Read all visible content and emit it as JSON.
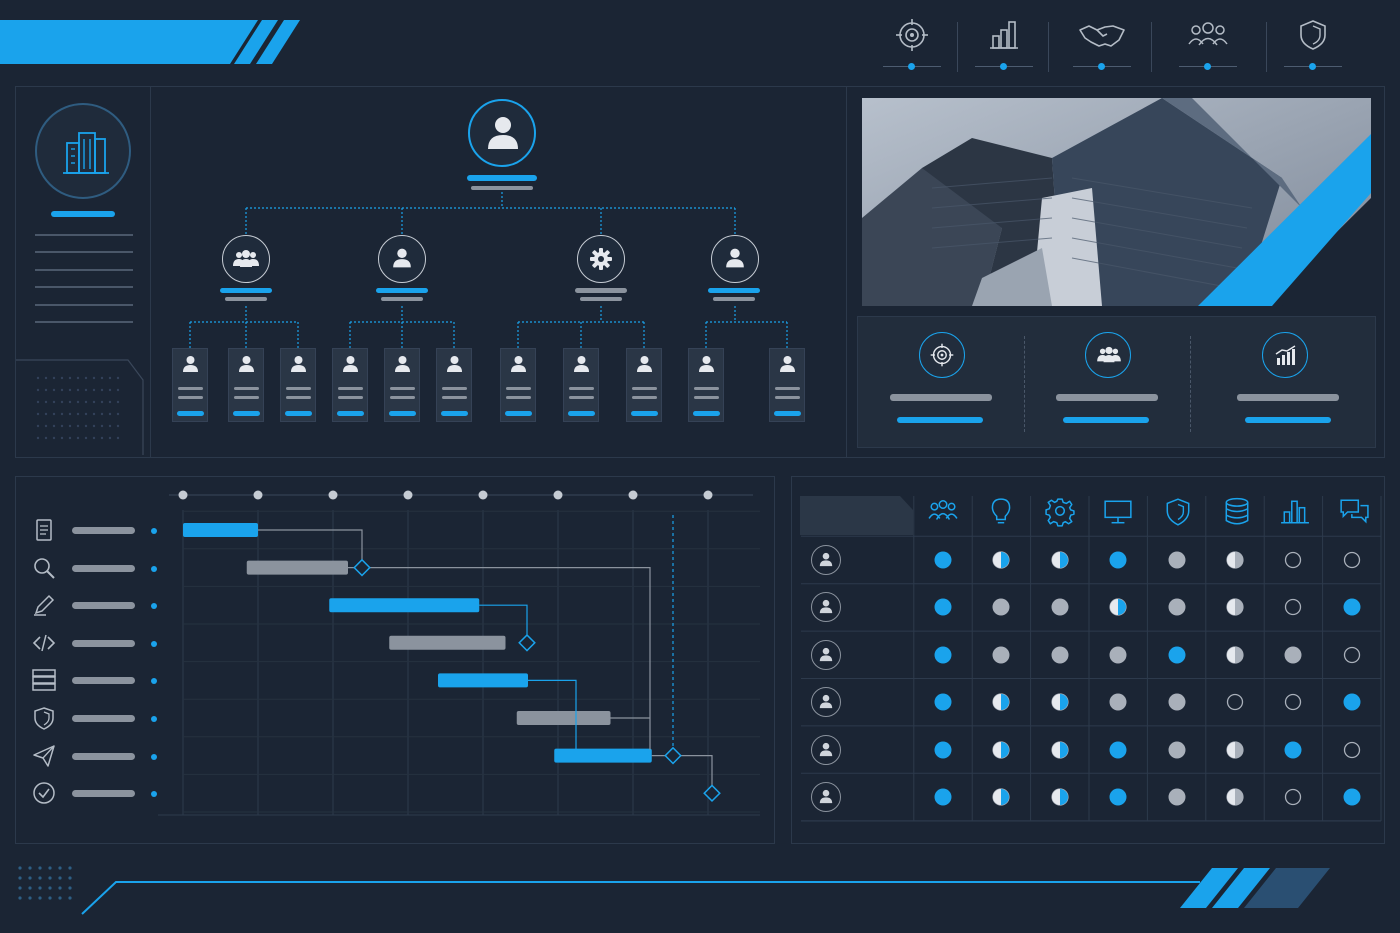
{
  "colors": {
    "background": "#1b2534",
    "panel": "#222d3c",
    "accent": "#1aa3ec",
    "gray": "#8b939e",
    "line": "#2c394b"
  },
  "top_nav": {
    "items": [
      {
        "icon": "target-icon"
      },
      {
        "icon": "bar-chart-icon"
      },
      {
        "icon": "handshake-icon"
      },
      {
        "icon": "team-icon"
      },
      {
        "icon": "shield-icon"
      }
    ]
  },
  "company_card": {
    "icon": "office-building-icon"
  },
  "org_chart": {
    "root": {
      "icon": "user-icon"
    },
    "level1": [
      {
        "icon": "group-icon",
        "children": 3
      },
      {
        "icon": "user-icon",
        "children": 3
      },
      {
        "icon": "gear-icon",
        "children": 3
      },
      {
        "icon": "user-icon",
        "children": 2
      }
    ]
  },
  "photo": {
    "subject": "office-tower-photo"
  },
  "metrics": [
    {
      "icon": "target-icon"
    },
    {
      "icon": "group-icon"
    },
    {
      "icon": "growth-chart-icon"
    }
  ],
  "gantt": {
    "milestones": 8,
    "tasks": [
      {
        "icon": "document-icon",
        "start": 0.0,
        "end": 1.0,
        "color": "blue"
      },
      {
        "icon": "search-icon",
        "start": 0.85,
        "end": 2.2,
        "color": "gray"
      },
      {
        "icon": "pencil-icon",
        "start": 1.95,
        "end": 3.95,
        "color": "blue"
      },
      {
        "icon": "code-icon",
        "start": 2.75,
        "end": 4.3,
        "color": "gray"
      },
      {
        "icon": "server-icon",
        "start": 3.4,
        "end": 4.6,
        "color": "blue"
      },
      {
        "icon": "shield-icon",
        "start": 4.45,
        "end": 5.7,
        "color": "gray"
      },
      {
        "icon": "paper-plane-icon",
        "start": 4.95,
        "end": 6.25,
        "color": "blue"
      },
      {
        "icon": "check-circle-icon",
        "start": null,
        "end": null,
        "color": "blue"
      }
    ]
  },
  "matrix": {
    "columns": [
      {
        "icon": "team-icon"
      },
      {
        "icon": "lightbulb-icon"
      },
      {
        "icon": "gear-icon"
      },
      {
        "icon": "monitor-icon"
      },
      {
        "icon": "shield-icon"
      },
      {
        "icon": "database-icon"
      },
      {
        "icon": "bar-chart-icon"
      },
      {
        "icon": "chat-icon"
      }
    ],
    "rows": [
      [
        "blue",
        "half",
        "half",
        "blue",
        "gray",
        "half",
        "empty",
        "empty"
      ],
      [
        "blue",
        "gray",
        "gray",
        "half",
        "gray",
        "half",
        "empty",
        "blue"
      ],
      [
        "blue",
        "gray",
        "gray",
        "gray",
        "blue",
        "half",
        "gray",
        "empty"
      ],
      [
        "blue",
        "half",
        "half",
        "gray",
        "gray",
        "empty",
        "empty",
        "blue"
      ],
      [
        "blue",
        "half",
        "half",
        "blue",
        "gray",
        "half",
        "blue",
        "empty"
      ],
      [
        "blue",
        "half",
        "half",
        "blue",
        "gray",
        "half",
        "empty",
        "blue"
      ]
    ]
  }
}
